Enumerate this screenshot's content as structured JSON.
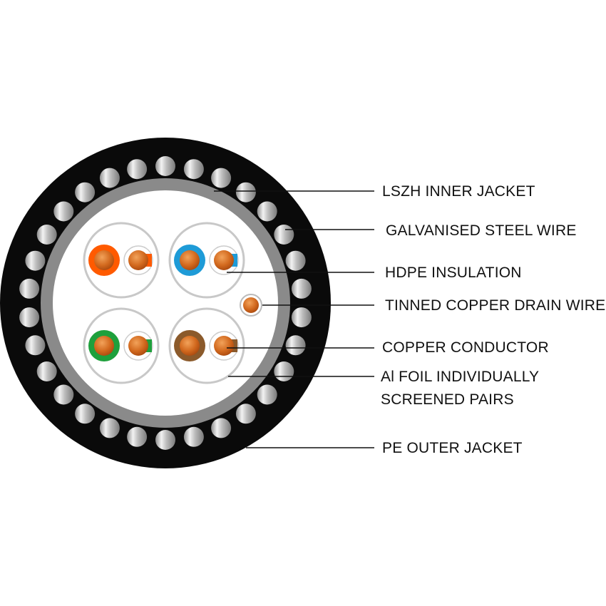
{
  "labels": {
    "inner_jacket": "LSZH INNER JACKET",
    "steel_wire": "GALVANISED STEEL WIRE",
    "hdpe": "HDPE INSULATION",
    "drain_wire": "TINNED COPPER DRAIN WIRE",
    "conductor": "COPPER CONDUCTOR",
    "foil_line1": "Al FOIL INDIVIDUALLY",
    "foil_line2": "SCREENED PAIRS",
    "outer_jacket": "PE OUTER JACKET"
  },
  "colors": {
    "outer_jacket": "#0a0a0a",
    "inner_jacket": "#8a8a8a",
    "core_fill": "#ffffff",
    "copper": "#d2691e",
    "pair_orange": "#ff5a00",
    "pair_blue": "#1e9bd7",
    "pair_green": "#1ea03c",
    "pair_brown": "#8b5a2b",
    "foil": "#c8c8c8"
  },
  "pairs": [
    {
      "name": "orange",
      "color_key": "pair_orange"
    },
    {
      "name": "blue",
      "color_key": "pair_blue"
    },
    {
      "name": "green",
      "color_key": "pair_green"
    },
    {
      "name": "brown",
      "color_key": "pair_brown"
    }
  ],
  "steel_wire_count": 30
}
